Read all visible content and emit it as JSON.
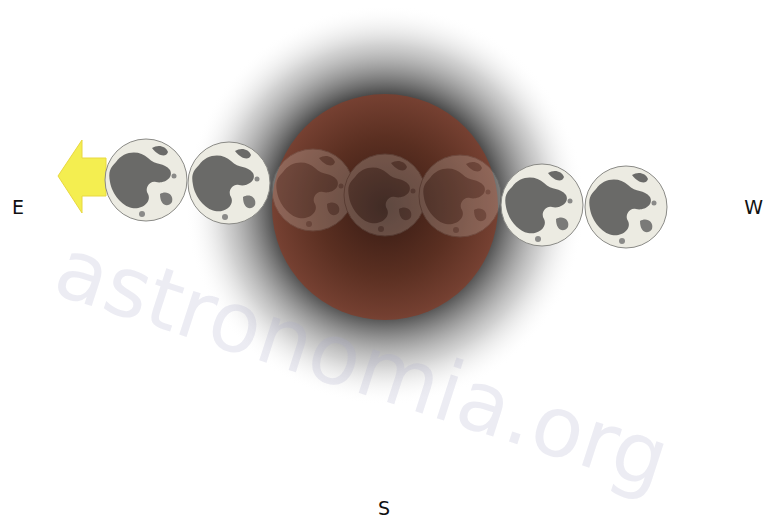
{
  "diagram": {
    "labels": [
      "E",
      "W",
      "S",
      "astronomia.org"
    ]
  }
}
